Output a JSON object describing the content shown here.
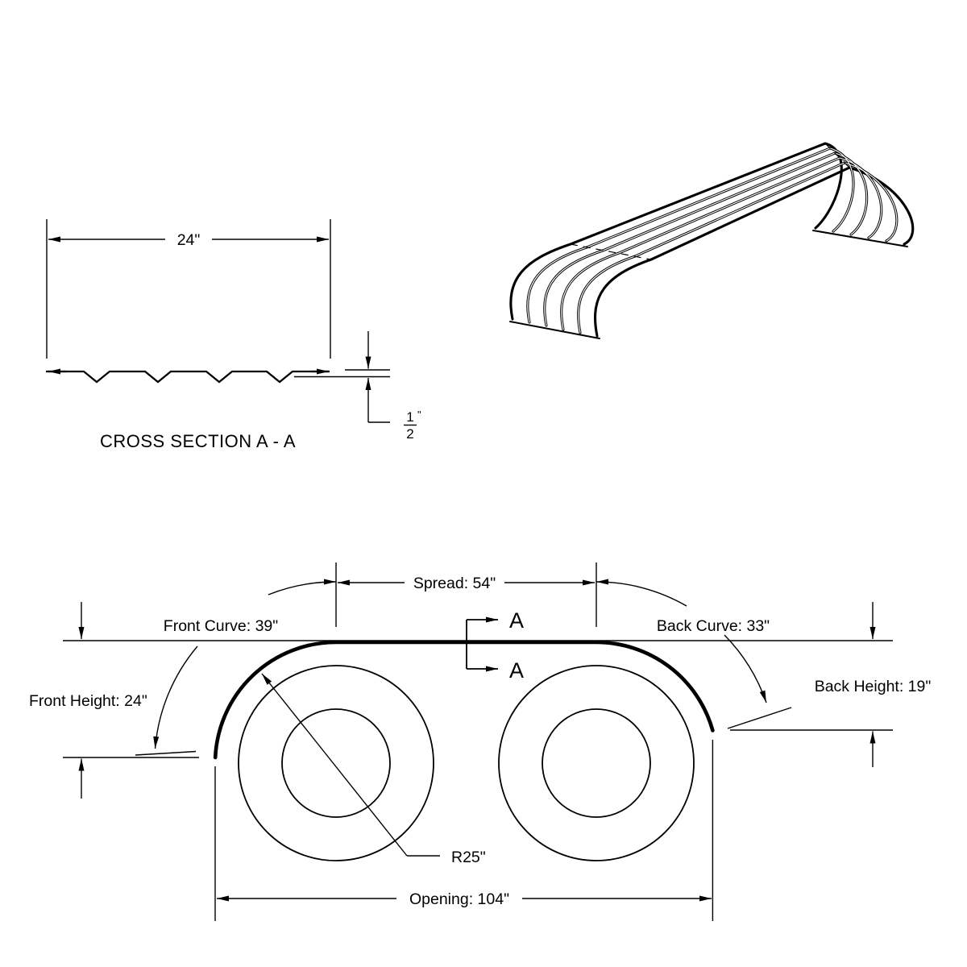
{
  "page": {
    "background": "#ffffff",
    "ink": "#000000"
  },
  "cross_section": {
    "title": "CROSS SECTION A - A",
    "width_label": "24\"",
    "thickness": {
      "numerator": "1",
      "denominator": "2",
      "unit": "\""
    }
  },
  "elevation": {
    "section_letter_top": "A",
    "section_letter_bottom": "A",
    "dims": {
      "spread": "Spread: 54\"",
      "front_curve": "Front Curve: 39\"",
      "back_curve": "Back Curve: 33\"",
      "front_height": "Front Height: 24\"",
      "back_height": "Back Height: 19\"",
      "radius": "R25\"",
      "opening": "Opening: 104\""
    }
  }
}
